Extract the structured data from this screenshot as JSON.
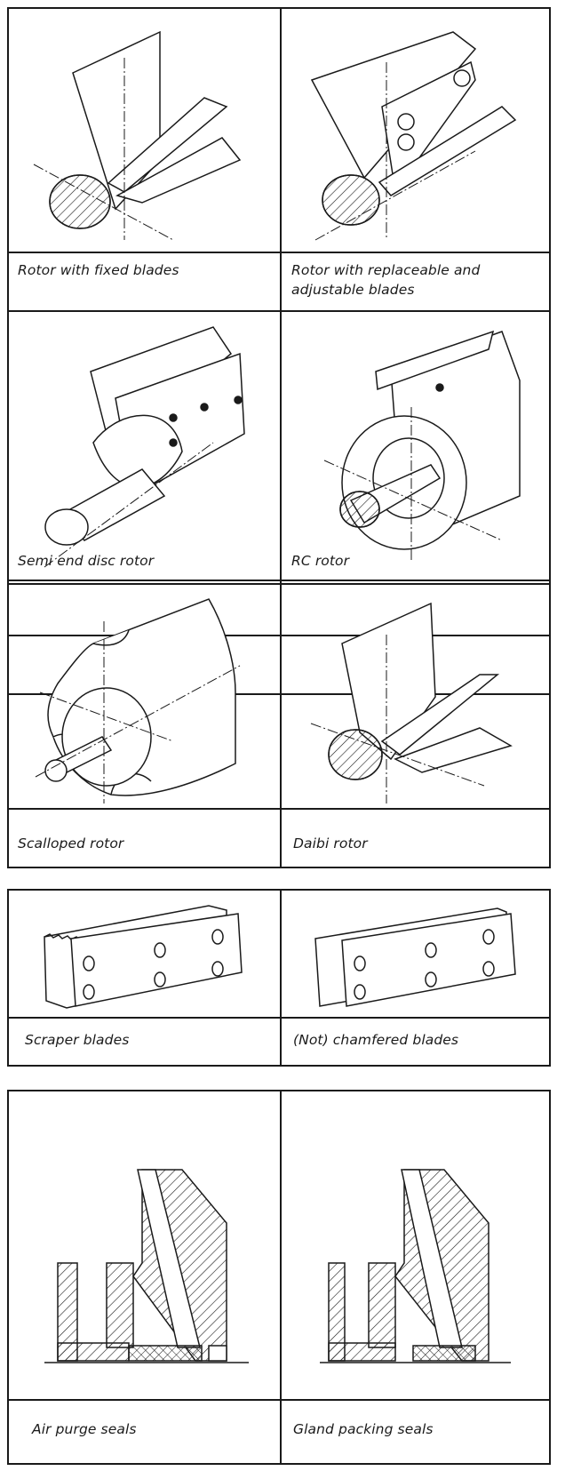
{
  "rotors": {
    "fixed_caption": "Rotor with fixed blades",
    "replaceable_caption_1": "Rotor with replaceable and",
    "replaceable_caption_2": "adjustable blades",
    "semi_end_caption": "Semi end disc rotor",
    "rc_caption": "RC rotor",
    "scalloped_caption": "Scalloped rotor",
    "daibi_caption": "Daibi rotor"
  },
  "blades": {
    "scraper_caption": "Scraper blades",
    "chamfered_caption": "(Not) chamfered blades"
  },
  "seals": {
    "air_purge_caption": "Air purge seals",
    "gland_caption": "Gland packing seals"
  }
}
